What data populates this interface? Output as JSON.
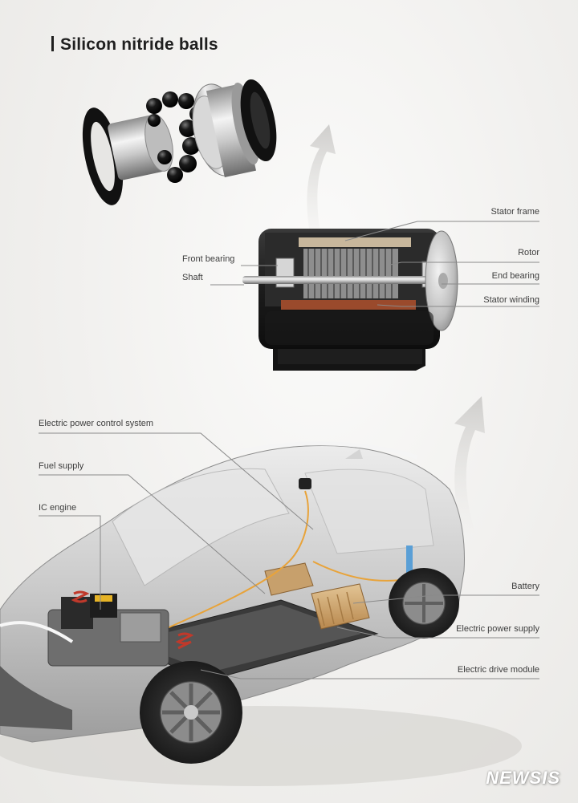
{
  "title": "Silicon nitride balls",
  "motor_labels": {
    "stator_frame": "Stator frame",
    "rotor": "Rotor",
    "end_bearing": "End bearing",
    "stator_winding": "Stator winding",
    "front_bearing": "Front bearing",
    "shaft": "Shaft"
  },
  "car_labels": {
    "power_control": "Electric power control system",
    "fuel_supply": "Fuel supply",
    "ic_engine": "IC engine",
    "battery": "Battery",
    "power_supply": "Electric power supply",
    "drive_module": "Electric drive module"
  },
  "watermark": "NEWSIS",
  "colors": {
    "background": "#f1f0ee",
    "leader_line": "#8a8a8a",
    "arrow": "#d9d9d7",
    "battery_accent": "#c8a064",
    "harness": "#e8a33a"
  }
}
